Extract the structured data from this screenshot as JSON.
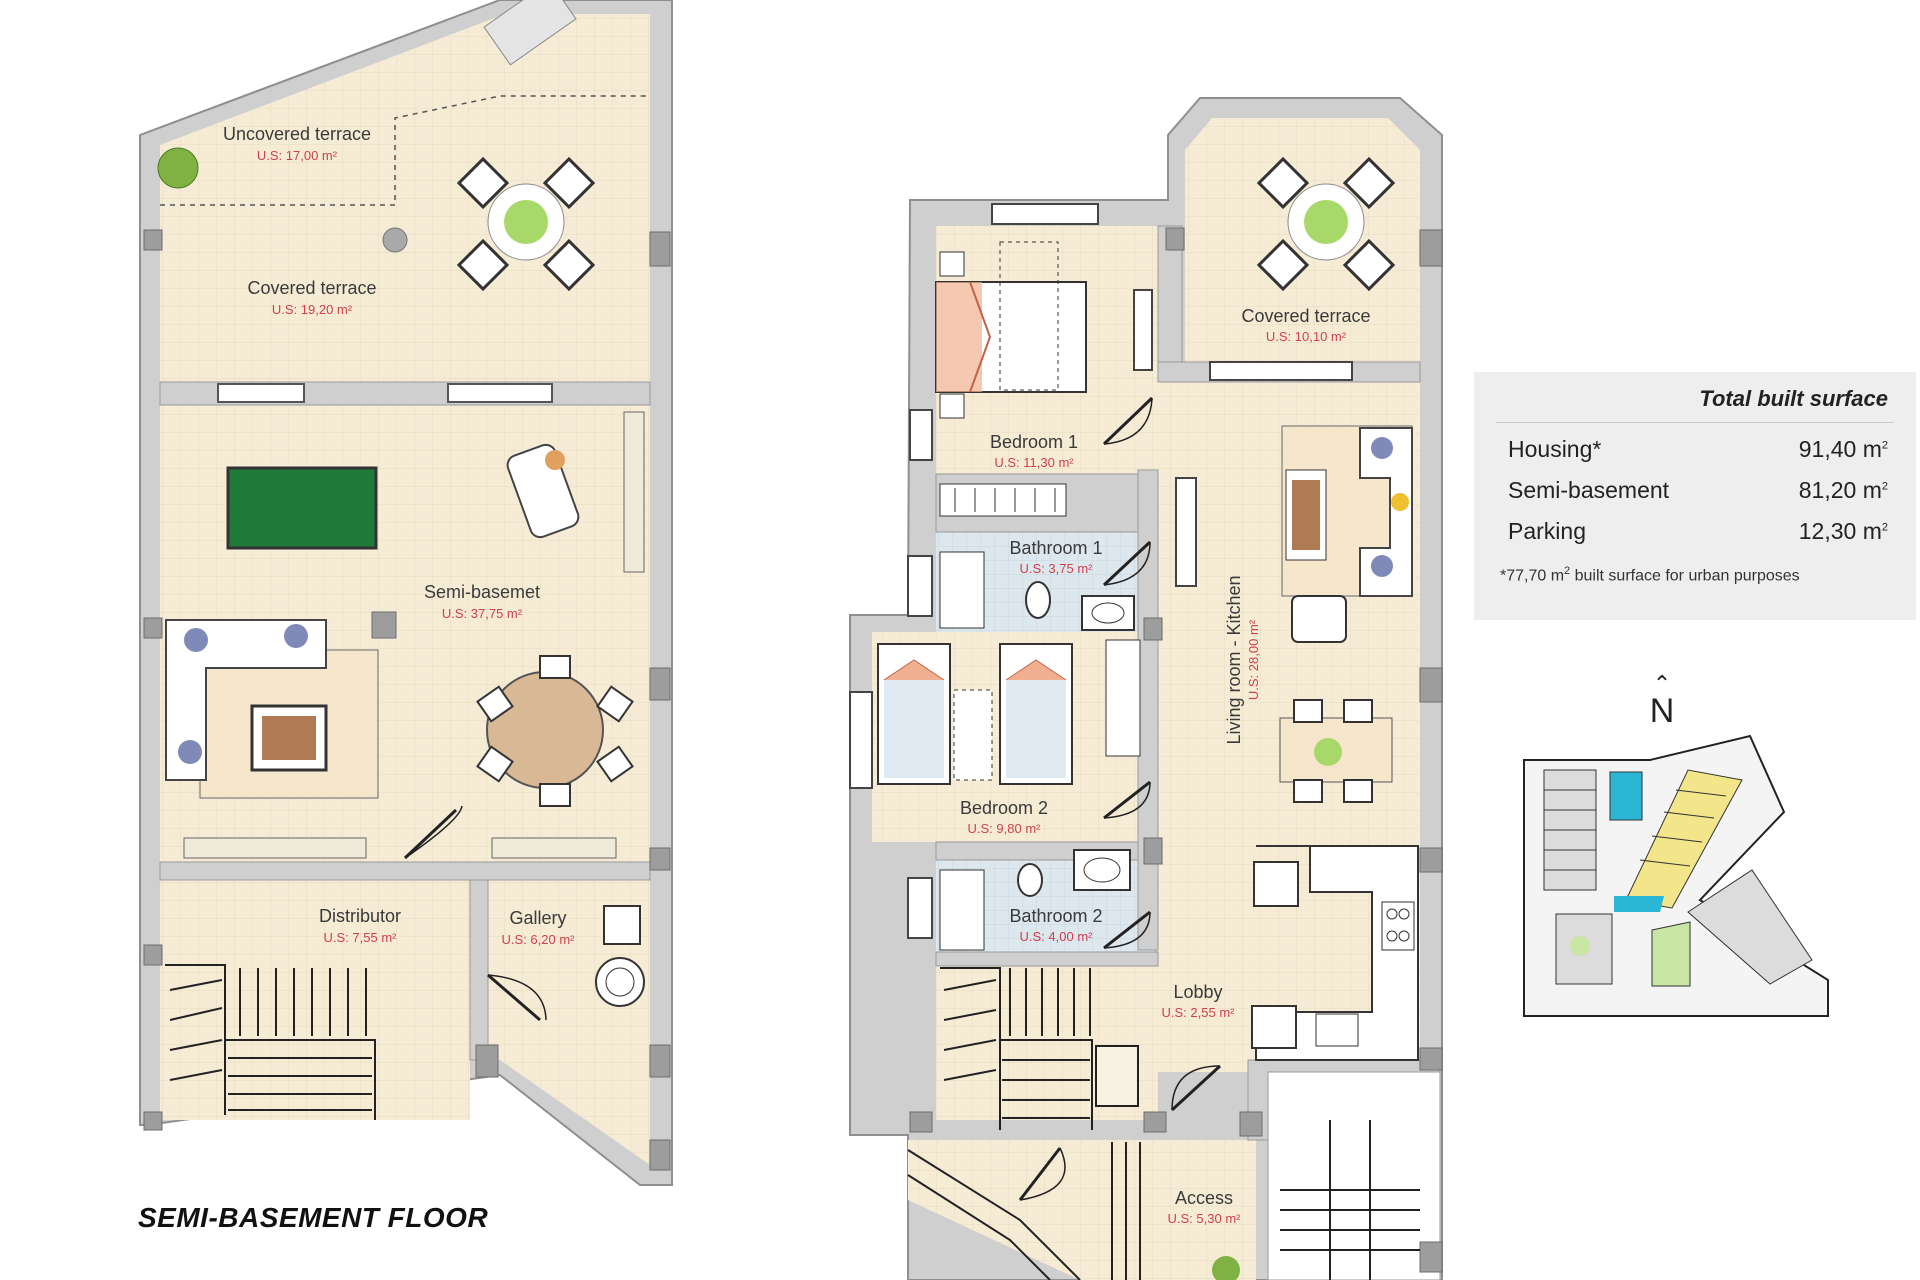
{
  "floor_title": "SEMI-BASEMENT FLOOR",
  "rooms_left": [
    {
      "name": "Uncovered terrace",
      "area": "U.S: 17,00 m²"
    },
    {
      "name": "Covered terrace",
      "area": "U.S: 19,20 m²"
    },
    {
      "name": "Semi-basemet",
      "area": "U.S: 37,75 m²"
    },
    {
      "name": "Distributor",
      "area": "U.S: 7,55 m²"
    },
    {
      "name": "Gallery",
      "area": "U.S: 6,20 m²"
    }
  ],
  "rooms_right": [
    {
      "name": "Covered terrace",
      "area": "U.S: 10,10 m²"
    },
    {
      "name": "Bedroom 1",
      "area": "U.S: 11,30 m²"
    },
    {
      "name": "Bathroom 1",
      "area": "U.S: 3,75 m²"
    },
    {
      "name": "Bedroom 2",
      "area": "U.S: 9,80 m²"
    },
    {
      "name": "Bathroom 2",
      "area": "U.S: 4,00 m²"
    },
    {
      "name": "Lobby",
      "area": "U.S: 2,55 m²"
    },
    {
      "name": "Access",
      "area": "U.S: 5,30 m²"
    },
    {
      "name": "Living room - Kitchen",
      "area": "U.S: 28,00 m²"
    }
  ],
  "surface": {
    "title": "Total built surface",
    "rows": [
      {
        "label": "Housing*",
        "value": "91,40 m",
        "unit_sup": "2"
      },
      {
        "label": "Semi-basement",
        "value": "81,20 m",
        "unit_sup": "2"
      },
      {
        "label": "Parking",
        "value": "12,30 m",
        "unit_sup": "2"
      }
    ],
    "note_prefix": "*77,70 m",
    "note_sup": "2",
    "note_suffix": " built surface for urban purposes"
  },
  "north_label": "N",
  "colors": {
    "floor": "#f6ecd6",
    "wall": "#d8d8d8",
    "wall_edge": "#9a9a9a",
    "area_text": "#d0404a",
    "bath": "#dde7ee",
    "billiard": "#1f7a3a",
    "site_highlight": "#f2e58a",
    "site_pool": "#2ab7d6"
  }
}
